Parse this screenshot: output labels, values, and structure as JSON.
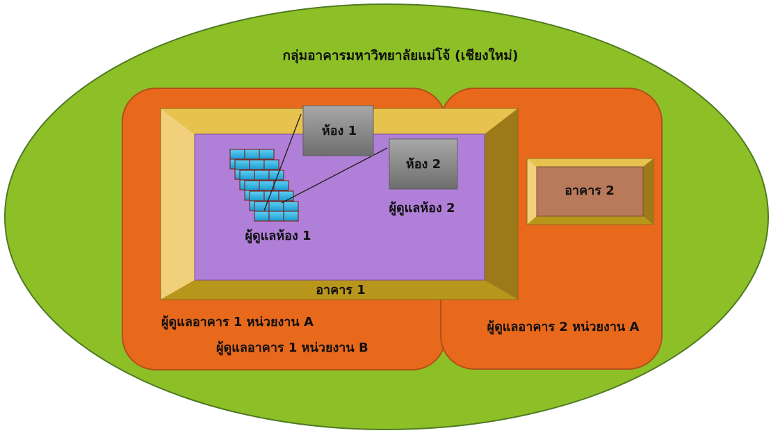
{
  "campus": {
    "title": "กลุ่มอาคารมหาวิทยาลัยแม่โจ้ (เชียงใหม่)"
  },
  "building1": {
    "label": "อาคาร 1",
    "manager_a": "ผู้ดูแลอาคาร 1 หน่วยงาน A",
    "manager_b": "ผู้ดูแลอาคาร 1 หน่วยงาน B"
  },
  "building2": {
    "label": "อาคาร 2",
    "manager_a": "ผู้ดูแลอาคาร 2 หน่วยงาน A"
  },
  "rooms": [
    {
      "label": "ห้อง 1",
      "manager": "ผู้ดูแลห้อง 1"
    },
    {
      "label": "ห้อง 2",
      "manager": "ผู้ดูแลห้อง 2"
    }
  ],
  "colors": {
    "campus_fill": "#8dc026",
    "campus_stroke": "#4f7a24",
    "zone_fill": "#e8681c",
    "zone_stroke": "#b0501a",
    "building1_floor": "#b07fd8",
    "building2_floor": "#b87a5a",
    "frame_top": "#e8c24e",
    "frame_left": "#f0d07a",
    "frame_right": "#9c7a1a",
    "frame_bottom": "#b8961c",
    "room_box": "#8c8c8c",
    "tile": "#22aadd"
  }
}
